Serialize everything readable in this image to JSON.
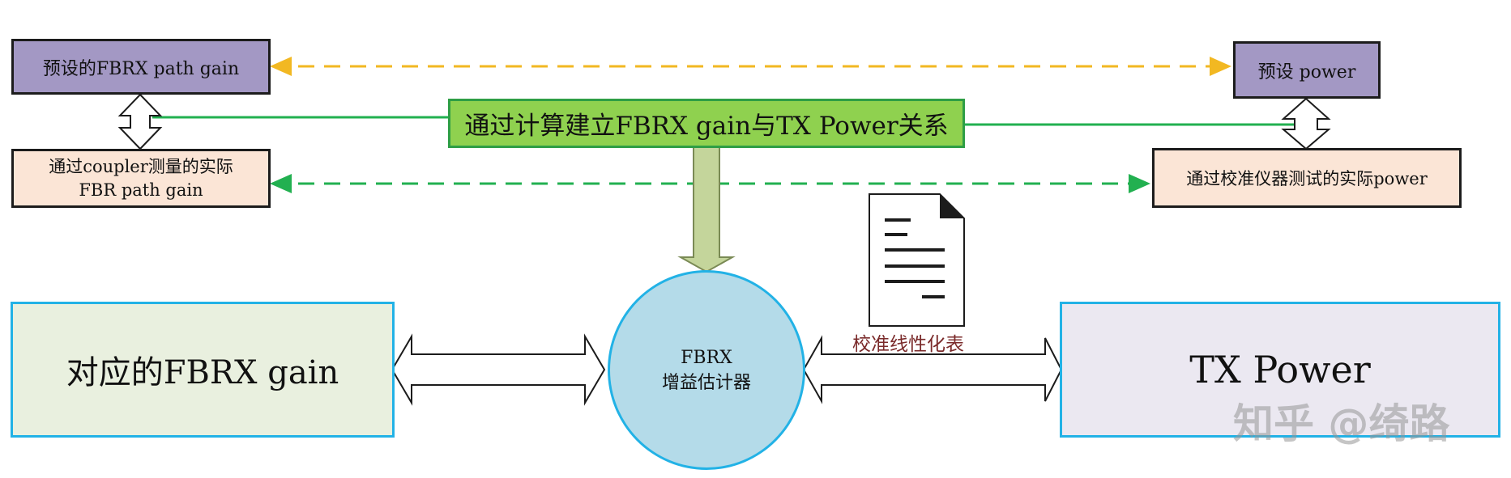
{
  "boxes": {
    "preset_fbrx_gain": "预设的FBRX path gain",
    "measured_fbr_gain_line1": "通过coupler测量的实际",
    "measured_fbr_gain_line2": "FBR path gain",
    "preset_power": "预设 power",
    "calibrated_power": "通过校准仪器测试的实际power",
    "relation_banner": "通过计算建立FBRX gain与TX Power关系",
    "fbrx_gain": "对应的FBRX gain",
    "tx_power": "TX Power"
  },
  "estimator": {
    "line1": "FBRX",
    "line2": "增益估计器"
  },
  "document": {
    "label": "校准线性化表"
  },
  "watermark": "知乎 @绮路",
  "colors": {
    "purple_box": "#a398c4",
    "peach_box": "#fbe5d6",
    "banner_green": "#8fd14f",
    "banner_border": "#2e9e45",
    "cyan_border": "#22b2e6",
    "circle_fill": "#b4dbe9",
    "yellow_dash": "#f2b822",
    "green_dash": "#22b050",
    "down_arrow": "#c4d59b"
  }
}
